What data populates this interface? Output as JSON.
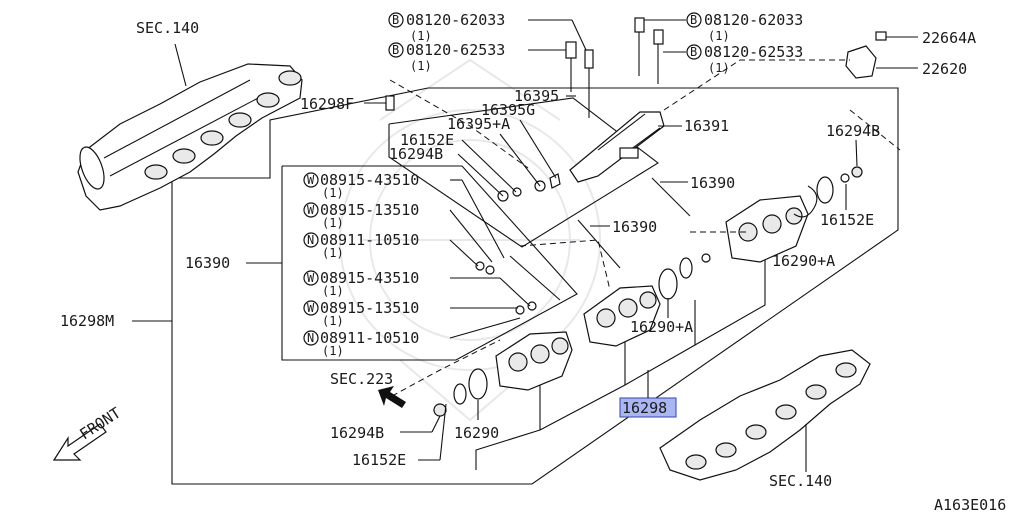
{
  "diagram": {
    "sec_top": "SEC.140",
    "sec_bottom": "SEC.140",
    "sec_223": "SEC.223",
    "front": "FRONT",
    "code": "A163E016",
    "assy_main": "16298",
    "frame_outer": "16298M",
    "bolts": [
      {
        "prefix": "B",
        "num": "08120-62033",
        "qty": "(1)"
      },
      {
        "prefix": "B",
        "num": "08120-62533",
        "qty": "(1)"
      },
      {
        "prefix": "B",
        "num": "08120-62033",
        "qty": "(1)"
      },
      {
        "prefix": "B",
        "num": "08120-62533",
        "qty": "(1)"
      }
    ],
    "washers": [
      {
        "prefix": "W",
        "num": "08915-43510",
        "qty": "(1)"
      },
      {
        "prefix": "W",
        "num": "08915-13510",
        "qty": "(1)"
      },
      {
        "prefix": "N",
        "num": "08911-10510",
        "qty": "(1)"
      },
      {
        "prefix": "W",
        "num": "08915-43510",
        "qty": "(1)"
      },
      {
        "prefix": "W",
        "num": "08915-13510",
        "qty": "(1)"
      },
      {
        "prefix": "N",
        "num": "08911-10510",
        "qty": "(1)"
      }
    ],
    "parts": {
      "p22664A": "22664A",
      "p22620": "22620",
      "p16298F": "16298F",
      "p16395": "16395",
      "p16395G": "16395G",
      "p16395A": "16395+A",
      "p16152E_top": "16152E",
      "p16294B_top": "16294B",
      "p16391": "16391",
      "p16294B_right": "16294B",
      "p16390_right": "16390",
      "p16152E_right": "16152E",
      "p16390_mid": "16390",
      "p16390_left": "16390",
      "p16290A_right": "16290+A",
      "p16290A_mid": "16290+A",
      "p16294B_bottom": "16294B",
      "p16290": "16290",
      "p16152E_bottom": "16152E"
    }
  }
}
